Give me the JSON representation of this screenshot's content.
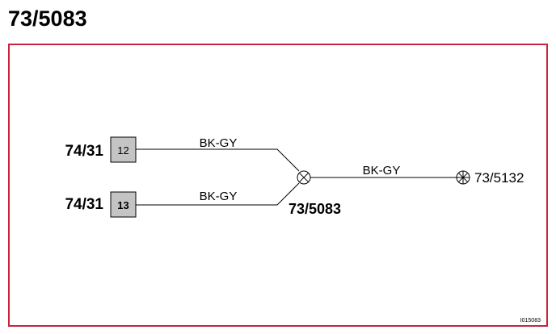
{
  "title": "73/5083",
  "diagram": {
    "connectors": [
      {
        "label": "74/31",
        "pin": "12"
      },
      {
        "label": "74/31",
        "pin": "13"
      }
    ],
    "wires": [
      {
        "color_code": "BK-GY"
      },
      {
        "color_code": "BK-GY"
      },
      {
        "color_code": "BK-GY"
      }
    ],
    "splice": {
      "label": "73/5083"
    },
    "ground": {
      "label": "73/5132"
    },
    "figure_id": "I015083"
  },
  "colors": {
    "frame_border": "#c8243e",
    "pin_box_fill": "#c4c4c4",
    "line": "#000000"
  }
}
